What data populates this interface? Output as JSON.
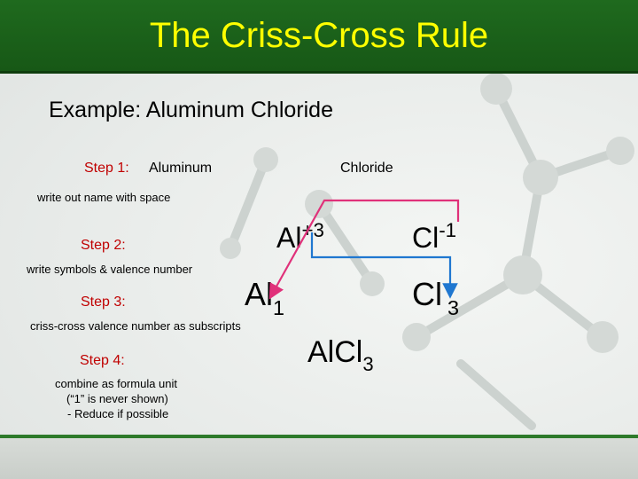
{
  "slide": {
    "title": "The Criss-Cross Rule",
    "example": "Example:  Aluminum Chloride",
    "steps": {
      "step1_label": "Step 1:",
      "step1_name_a": "Aluminum",
      "step1_name_b": "Chloride",
      "step1_desc": "write out name with space",
      "step2_label": "Step 2:",
      "step2_desc": "write symbols & valence number",
      "step3_label": "Step 3:",
      "step3_desc": "criss-cross valence number as subscripts",
      "step4_label": "Step 4:",
      "step4_desc_1": "combine as formula unit",
      "step4_desc_2": "(“1” is never shown)",
      "step4_desc_3": "- Reduce if possible"
    },
    "formulas": {
      "al_symbol": "Al",
      "al_valence": "+3",
      "cl_symbol": "Cl",
      "cl_valence": "-1",
      "al_sub_symbol": "Al",
      "al_subscript": "1",
      "cl_sub_symbol": "Cl",
      "cl_subscript": "3",
      "final_base": "AlCl",
      "final_subscript": "3"
    },
    "colors": {
      "title_bar": "#1f6a1e",
      "title_text": "#ffff00",
      "step_label": "#c00000",
      "arrow_pink": "#e0317a",
      "arrow_blue": "#1f77d0"
    }
  }
}
